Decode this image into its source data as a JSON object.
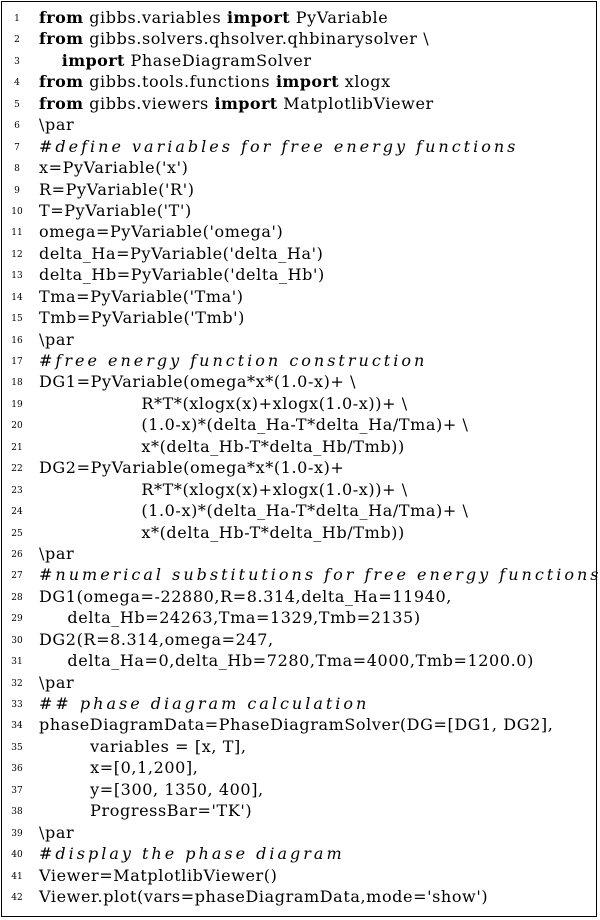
{
  "listing": {
    "lines": [
      {
        "n": "1",
        "parts": [
          {
            "t": "from",
            "k": "kw"
          },
          {
            "t": " gibbs.variables "
          },
          {
            "t": "import",
            "k": "kw"
          },
          {
            "t": " PyVariable"
          }
        ]
      },
      {
        "n": "2",
        "parts": [
          {
            "t": "from",
            "k": "kw"
          },
          {
            "t": " gibbs.solvers.qhsolver.qhbinarysolver \\"
          }
        ]
      },
      {
        "n": "3",
        "parts": [
          {
            "t": "    "
          },
          {
            "t": "import",
            "k": "kw"
          },
          {
            "t": " PhaseDiagramSolver"
          }
        ]
      },
      {
        "n": "4",
        "parts": [
          {
            "t": "from",
            "k": "kw"
          },
          {
            "t": " gibbs.tools.functions "
          },
          {
            "t": "import",
            "k": "kw"
          },
          {
            "t": " xlogx"
          }
        ]
      },
      {
        "n": "5",
        "parts": [
          {
            "t": "from",
            "k": "kw"
          },
          {
            "t": " gibbs.viewers "
          },
          {
            "t": "import",
            "k": "kw"
          },
          {
            "t": " MatplotlibViewer"
          }
        ]
      },
      {
        "n": "6",
        "parts": [
          {
            "t": "\\par"
          }
        ]
      },
      {
        "n": "7",
        "parts": [
          {
            "t": "#define variables for free energy functions",
            "k": "cm"
          }
        ]
      },
      {
        "n": "8",
        "parts": [
          {
            "t": "x=PyVariable('x')"
          }
        ]
      },
      {
        "n": "9",
        "parts": [
          {
            "t": "R=PyVariable('R')"
          }
        ]
      },
      {
        "n": "10",
        "parts": [
          {
            "t": "T=PyVariable('T')"
          }
        ]
      },
      {
        "n": "11",
        "parts": [
          {
            "t": "omega=PyVariable('omega')"
          }
        ]
      },
      {
        "n": "12",
        "parts": [
          {
            "t": "delta_Ha=PyVariable('delta_Ha')"
          }
        ]
      },
      {
        "n": "13",
        "parts": [
          {
            "t": "delta_Hb=PyVariable('delta_Hb')"
          }
        ]
      },
      {
        "n": "14",
        "parts": [
          {
            "t": "Tma=PyVariable('Tma')"
          }
        ]
      },
      {
        "n": "15",
        "parts": [
          {
            "t": "Tmb=PyVariable('Tmb')"
          }
        ]
      },
      {
        "n": "16",
        "parts": [
          {
            "t": "\\par"
          }
        ]
      },
      {
        "n": "17",
        "parts": [
          {
            "t": "#free energy function construction",
            "k": "cm"
          }
        ]
      },
      {
        "n": "18",
        "parts": [
          {
            "t": "DG1=PyVariable(omega*x*(1.0-x)+ \\"
          }
        ]
      },
      {
        "n": "19",
        "parts": [
          {
            "t": "                  R*T*(xlogx(x)+xlogx(1.0-x))+ \\"
          }
        ]
      },
      {
        "n": "20",
        "parts": [
          {
            "t": "                  (1.0-x)*(delta_Ha-T*delta_Ha/Tma)+ \\"
          }
        ]
      },
      {
        "n": "21",
        "parts": [
          {
            "t": "                  x*(delta_Hb-T*delta_Hb/Tmb))"
          }
        ]
      },
      {
        "n": "22",
        "parts": [
          {
            "t": "DG2=PyVariable(omega*x*(1.0-x)+"
          }
        ]
      },
      {
        "n": "23",
        "parts": [
          {
            "t": "                  R*T*(xlogx(x)+xlogx(1.0-x))+ \\"
          }
        ]
      },
      {
        "n": "24",
        "parts": [
          {
            "t": "                  (1.0-x)*(delta_Ha-T*delta_Ha/Tma)+ \\"
          }
        ]
      },
      {
        "n": "25",
        "parts": [
          {
            "t": "                  x*(delta_Hb-T*delta_Hb/Tmb))"
          }
        ]
      },
      {
        "n": "26",
        "parts": [
          {
            "t": "\\par"
          }
        ]
      },
      {
        "n": "27",
        "parts": [
          {
            "t": "#numerical substitutions for free energy functions",
            "k": "cm"
          }
        ]
      },
      {
        "n": "28",
        "parts": [
          {
            "t": "DG1(omega=-22880,R=8.314,delta_Ha=11940,"
          }
        ]
      },
      {
        "n": "29",
        "parts": [
          {
            "t": "     delta_Hb=24263,Tma=1329,Tmb=2135)"
          }
        ]
      },
      {
        "n": "30",
        "parts": [
          {
            "t": "DG2(R=8.314,omega=247,"
          }
        ]
      },
      {
        "n": "31",
        "parts": [
          {
            "t": "     delta_Ha=0,delta_Hb=7280,Tma=4000,Tmb=1200.0)"
          }
        ]
      },
      {
        "n": "32",
        "parts": [
          {
            "t": "\\par"
          }
        ]
      },
      {
        "n": "33",
        "parts": [
          {
            "t": "## phase diagram calculation",
            "k": "cm"
          }
        ]
      },
      {
        "n": "34",
        "parts": [
          {
            "t": "phaseDiagramData=PhaseDiagramSolver(DG=[DG1, DG2],"
          }
        ]
      },
      {
        "n": "35",
        "parts": [
          {
            "t": "         variables = [x, T],"
          }
        ]
      },
      {
        "n": "36",
        "parts": [
          {
            "t": "         x=[0,1,200],"
          }
        ]
      },
      {
        "n": "37",
        "parts": [
          {
            "t": "         y=[300, 1350, 400],"
          }
        ]
      },
      {
        "n": "38",
        "parts": [
          {
            "t": "         ProgressBar='TK')"
          }
        ]
      },
      {
        "n": "39",
        "parts": [
          {
            "t": "\\par"
          }
        ]
      },
      {
        "n": "40",
        "parts": [
          {
            "t": "#display the phase diagram",
            "k": "cm"
          }
        ]
      },
      {
        "n": "41",
        "parts": [
          {
            "t": "Viewer=MatplotlibViewer()"
          }
        ]
      },
      {
        "n": "42",
        "parts": [
          {
            "t": "Viewer.plot(vars=phaseDiagramData,mode='show')"
          }
        ]
      }
    ]
  }
}
